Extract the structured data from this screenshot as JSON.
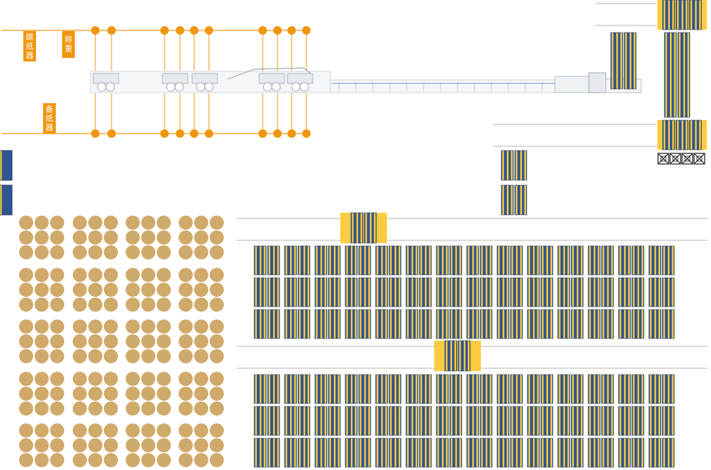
{
  "labels": {
    "top_left": "踢纸器",
    "top_right": "称重",
    "bottom": "备纸器"
  },
  "colors": {
    "orange": "#f0960e",
    "yellow": "#fdcb3f",
    "blue": "#2e5591",
    "tan": "#d0aa6b",
    "line": "#b5b5b5"
  },
  "icons": {
    "crossed_box": "crossed-box-icon"
  }
}
